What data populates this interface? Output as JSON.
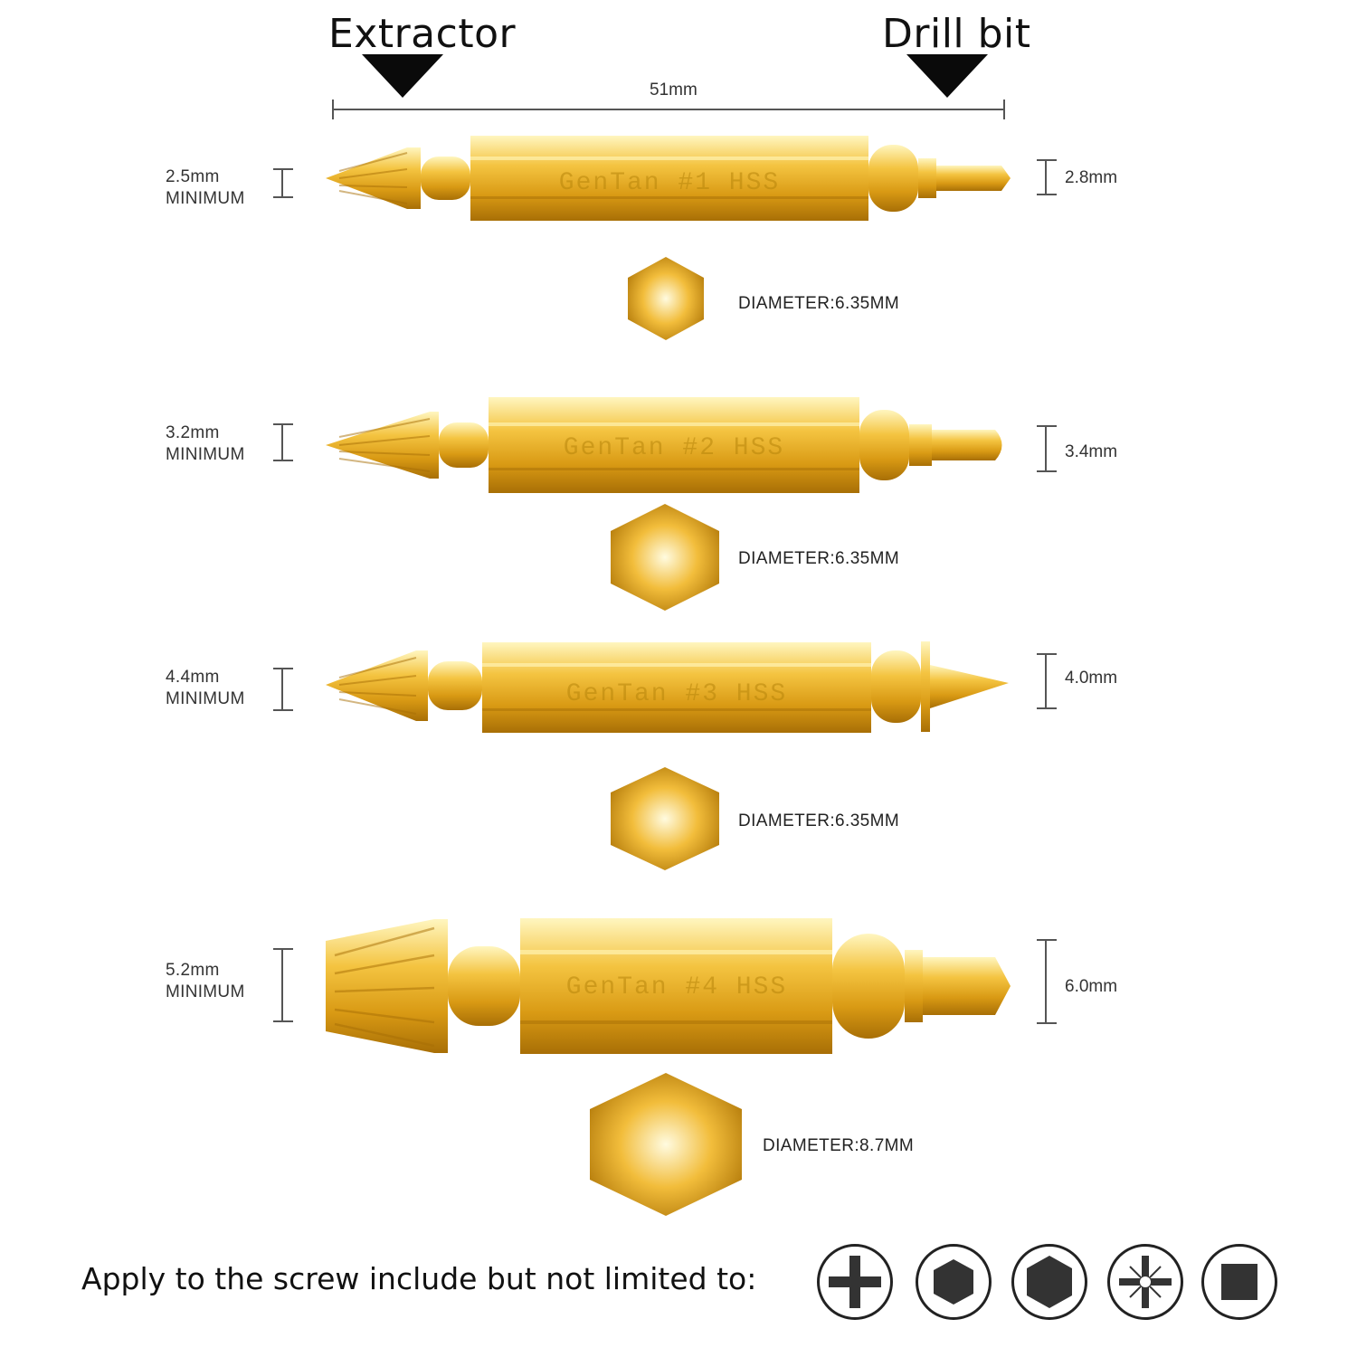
{
  "header": {
    "extractor_label": "Extractor",
    "drill_bit_label": "Drill bit",
    "length_label": "51mm"
  },
  "bits": [
    {
      "engraving": "GenTan #1 HSS",
      "extractor_size": "2.5mm",
      "extractor_note": "MINIMUM",
      "drill_size": "2.8mm",
      "diameter": "DIAMETER:6.35MM"
    },
    {
      "engraving": "GenTan #2 HSS",
      "extractor_size": "3.2mm",
      "extractor_note": "MINIMUM",
      "drill_size": "3.4mm",
      "diameter": "DIAMETER:6.35MM"
    },
    {
      "engraving": "GenTan #3 HSS",
      "extractor_size": "4.4mm",
      "extractor_note": "MINIMUM",
      "drill_size": "4.0mm",
      "diameter": "DIAMETER:6.35MM"
    },
    {
      "engraving": "GenTan #4 HSS",
      "extractor_size": "5.2mm",
      "extractor_note": "MINIMUM",
      "drill_size": "6.0mm",
      "diameter": "DIAMETER:8.7MM"
    }
  ],
  "footer": {
    "text": "Apply to the screw include but not limited to:",
    "screw_icons": [
      "phillips-screw-icon",
      "hex-socket-screw-icon",
      "hex-socket-large-screw-icon",
      "pozidriv-screw-icon",
      "square-socket-screw-icon"
    ]
  },
  "colors": {
    "gold_light": "#fff2a8",
    "gold_mid": "#f2bd3b",
    "gold_dark": "#b07708",
    "ink": "#111111"
  }
}
